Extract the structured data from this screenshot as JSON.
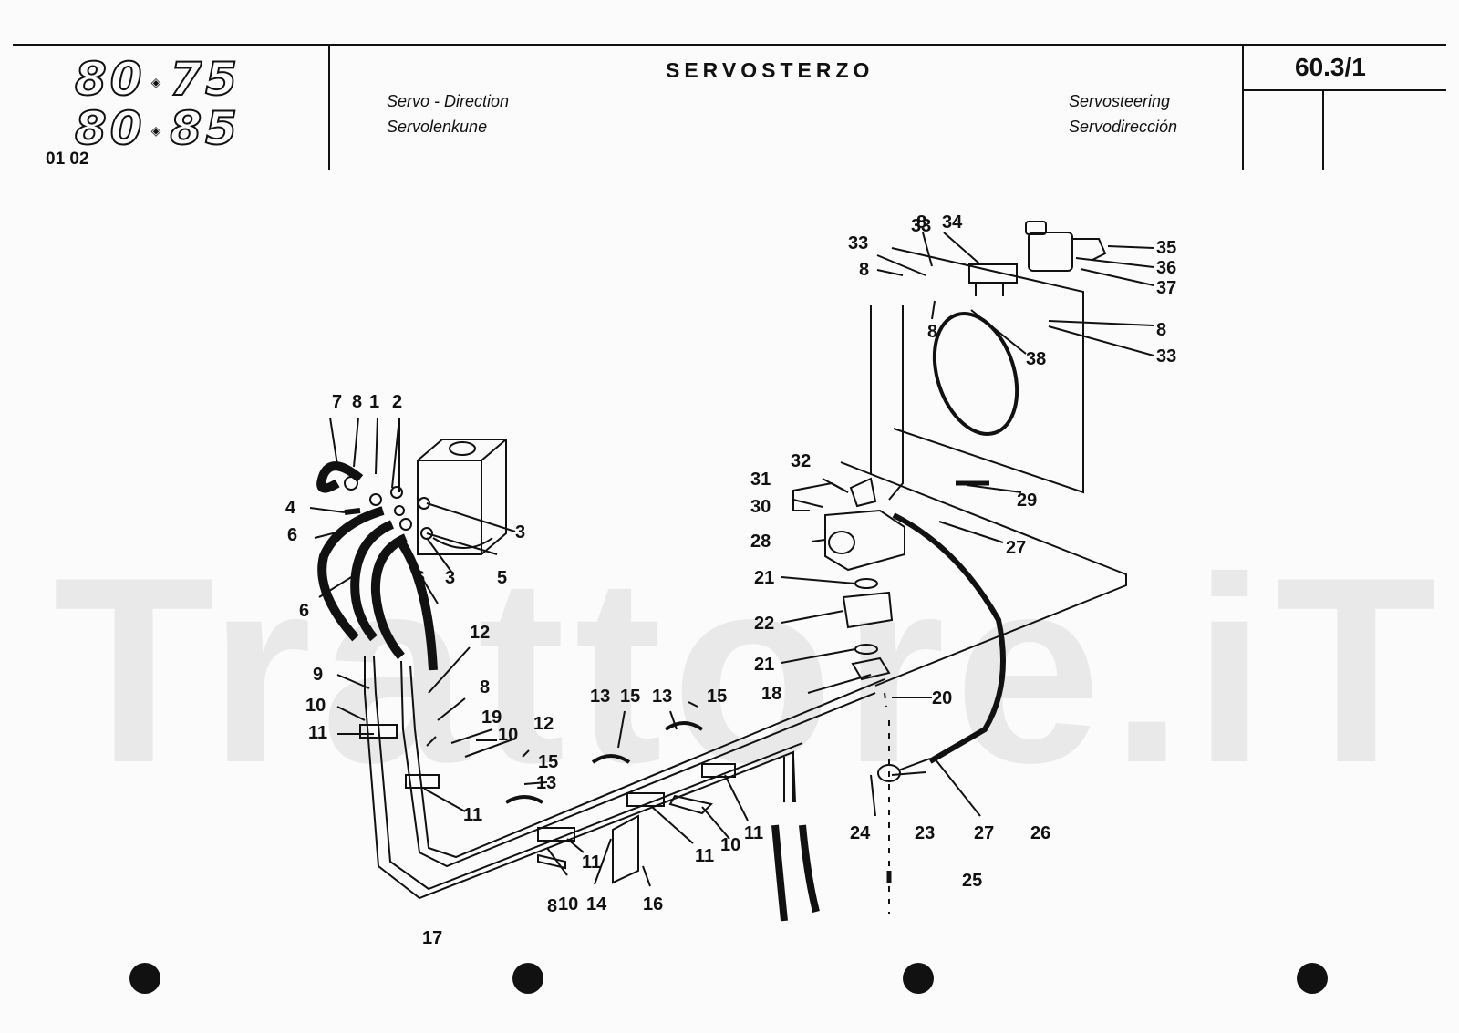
{
  "header": {
    "logo_rows": [
      {
        "model": "80",
        "sep": "◈",
        "variant": "75"
      },
      {
        "model": "80",
        "sep": "◈",
        "variant": "85"
      }
    ],
    "code": "01 02",
    "title": "SERVOSTERZO",
    "subtitles_left": [
      "Servo - Direction",
      "Servolenkune"
    ],
    "subtitles_right": [
      "Servosteering",
      "Servodirección"
    ],
    "page_number": "60.3/1"
  },
  "watermark": "Trattore.iT",
  "callouts": [
    "1",
    "2",
    "3",
    "3",
    "4",
    "5",
    "6",
    "6",
    "6",
    "7",
    "8",
    "8",
    "8",
    "8",
    "8",
    "8",
    "8",
    "9",
    "10",
    "10",
    "10",
    "10",
    "11",
    "11",
    "11",
    "11",
    "11",
    "12",
    "12",
    "13",
    "13",
    "13",
    "14",
    "15",
    "15",
    "15",
    "16",
    "17",
    "18",
    "19",
    "20",
    "21",
    "21",
    "22",
    "23",
    "24",
    "25",
    "26",
    "27",
    "27",
    "28",
    "29",
    "30",
    "31",
    "32",
    "33",
    "33",
    "33",
    "34",
    "35",
    "36",
    "37",
    "38"
  ],
  "colors": {
    "ink": "#111111",
    "paper": "#fbfbfb",
    "watermark": "#e9e9e9"
  }
}
